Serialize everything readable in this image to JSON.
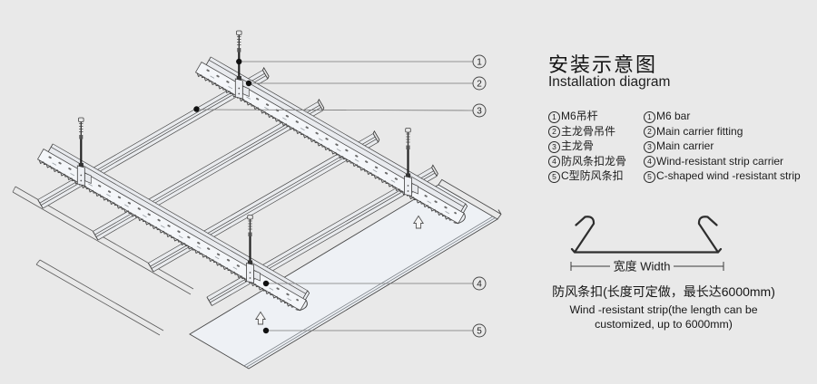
{
  "page": {
    "background": "#e9e9e9"
  },
  "title": {
    "zh": "安装示意图",
    "en": "Installation diagram"
  },
  "legend": {
    "items": [
      {
        "num": "1",
        "zh": "M6吊杆",
        "en": "M6 bar"
      },
      {
        "num": "2",
        "zh": "主龙骨吊件",
        "en": "Main carrier fitting"
      },
      {
        "num": "3",
        "zh": "主龙骨",
        "en": "Main carrier"
      },
      {
        "num": "4",
        "zh": "防风条扣龙骨",
        "en": "Wind-resistant strip carrier"
      },
      {
        "num": "5",
        "zh": "C型防风条扣",
        "en": "C-shaped wind -resistant strip"
      }
    ]
  },
  "profile": {
    "dimension_label": "宽度 Width"
  },
  "note": {
    "zh": "防风条扣(长度可定做，最长达6000mm)",
    "en_line1": "Wind -resistant strip(the length can be",
    "en_line2": "customized, up to 6000mm)"
  },
  "diagram": {
    "callouts": [
      "1",
      "2",
      "3",
      "4",
      "5"
    ]
  }
}
